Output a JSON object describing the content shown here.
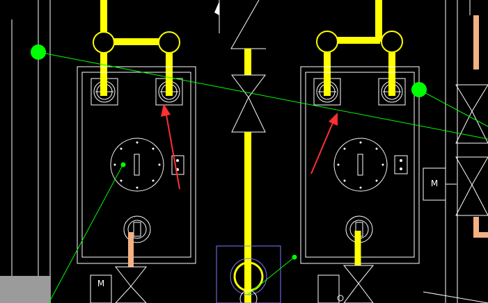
{
  "canvas": {
    "title": "",
    "background_color": "#000000"
  },
  "colors": {
    "pipe_main": "#ffff00",
    "pipe_secondary": "#f4b183",
    "outline": "#ffffff",
    "leader": "#00ff00",
    "marker": "#ff3030",
    "frame": "#7a7aff",
    "gray_block": "#9b9b9b"
  },
  "symbols": {
    "valve": "gate-valve-icon",
    "motor_label": "M",
    "pump": "pump-symbol",
    "manhole": "manhole-cover-symbol",
    "flange": "flange-connector-icon"
  },
  "units": [
    {
      "name": "left-unit",
      "highlighted_connector": "right"
    },
    {
      "name": "right-unit",
      "highlighted_connector": "left"
    }
  ]
}
